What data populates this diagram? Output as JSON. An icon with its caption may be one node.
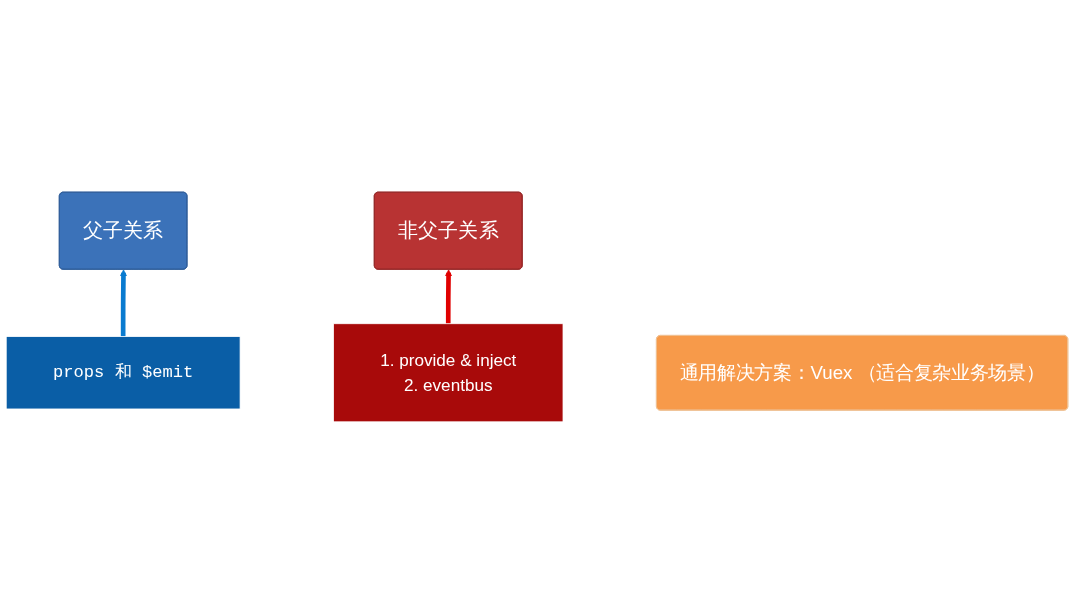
{
  "diagram": {
    "nodes": [
      {
        "text": [
          "父子关系"
        ]
      },
      {
        "text": [
          "props 和 $emit"
        ]
      },
      {
        "text": [
          "非父子关系"
        ]
      },
      {
        "text": [
          "1. provide & inject",
          "2. eventbus"
        ]
      },
      {
        "text": [
          "通用解决方案：Vuex （适合复杂业务场景）"
        ]
      }
    ],
    "edges": [
      {
        "from": 1,
        "to": 0,
        "arrow": "to",
        "color": "#0a7bd0"
      },
      {
        "from": 3,
        "to": 2,
        "arrow": "to",
        "color": "#e00000"
      }
    ]
  }
}
